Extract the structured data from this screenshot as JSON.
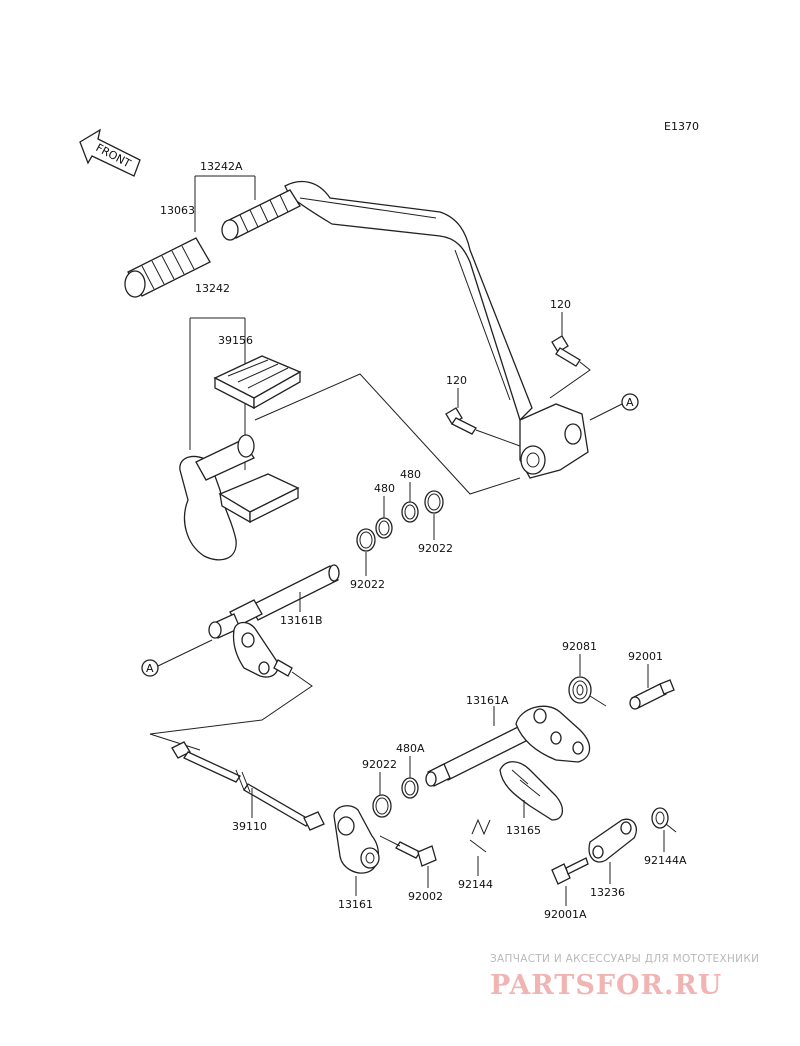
{
  "diagram_code": "E1370",
  "front_label": "FRONT",
  "ref_marker": "A",
  "parts": {
    "p13242A": "13242A",
    "p13063": "13063",
    "p13242": "13242",
    "p39156": "39156",
    "p120_upper": "120",
    "p120_lower": "120",
    "p480_left": "480",
    "p480_right": "480",
    "p92022_right": "92022",
    "p92022_left": "92022",
    "p13161B": "13161B",
    "p92081": "92081",
    "p92001": "92001",
    "p13161A": "13161A",
    "p480A": "480A",
    "p92022_lower": "92022",
    "p39110": "39110",
    "p13165": "13165",
    "p92144": "92144",
    "p92144A": "92144A",
    "p13236": "13236",
    "p13161": "13161",
    "p92002": "92002",
    "p92001A": "92001A"
  },
  "watermark": {
    "tagline": "ЗАПЧАСТИ И АКСЕССУАРЫ ДЛЯ МОТОТЕХНИКИ",
    "logo": "PARTSFOR.RU"
  },
  "colors": {
    "line": "#222222",
    "watermark_tagline": "#b9b9b9",
    "watermark_logo": "#f2b3b3"
  }
}
